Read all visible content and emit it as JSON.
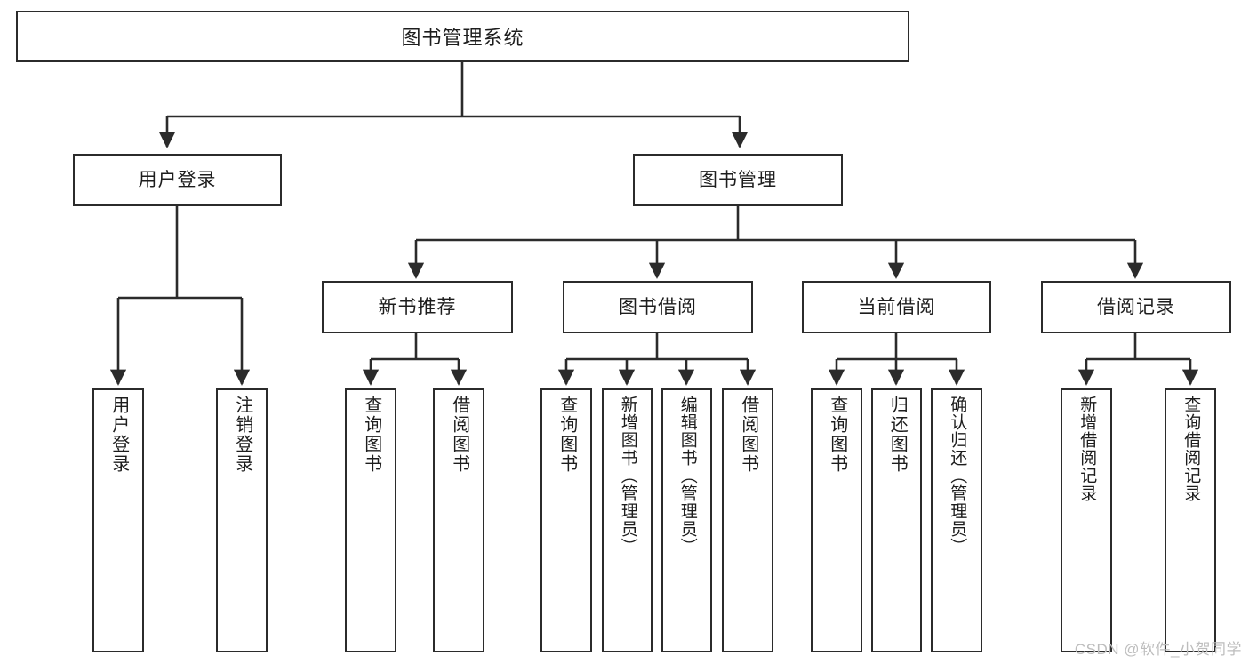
{
  "diagram": {
    "title": "图书管理系统",
    "type": "tree-hierarchy-diagram",
    "root": {
      "id": "root",
      "label": "图书管理系统"
    },
    "level2": [
      {
        "id": "user-login",
        "label": "用户登录"
      },
      {
        "id": "book-manage",
        "label": "图书管理"
      }
    ],
    "level3": [
      {
        "id": "new-book-recommend",
        "label": "新书推荐"
      },
      {
        "id": "book-borrow",
        "label": "图书借阅"
      },
      {
        "id": "current-borrow",
        "label": "当前借阅"
      },
      {
        "id": "borrow-record",
        "label": "借阅记录"
      }
    ],
    "leaves": {
      "user_login": [
        {
          "id": "leaf-user-login",
          "label": "用户登录"
        },
        {
          "id": "leaf-logout-login",
          "label": "注销登录"
        }
      ],
      "new_book_recommend": [
        {
          "id": "leaf-query-book-1",
          "label": "查询图书"
        },
        {
          "id": "leaf-borrow-book-1",
          "label": "借阅图书"
        }
      ],
      "book_borrow": [
        {
          "id": "leaf-query-book-2",
          "label": "查询图书"
        },
        {
          "id": "leaf-add-book",
          "label": "新增图书（管理员）"
        },
        {
          "id": "leaf-edit-book",
          "label": "编辑图书（管理员）"
        },
        {
          "id": "leaf-borrow-book-2",
          "label": "借阅图书"
        }
      ],
      "current_borrow": [
        {
          "id": "leaf-query-book-3",
          "label": "查询图书"
        },
        {
          "id": "leaf-return-book",
          "label": "归还图书"
        },
        {
          "id": "leaf-confirm-return",
          "label": "确认归还（管理员）"
        }
      ],
      "borrow_record": [
        {
          "id": "leaf-add-record",
          "label": "新增借阅记录"
        },
        {
          "id": "leaf-query-record",
          "label": "查询借阅记录"
        }
      ]
    }
  },
  "watermark": {
    "text": "CSDN @软件_小贺同学"
  },
  "colors": {
    "border": "#2b2b2b",
    "text": "#1d1d1d",
    "background": "#ffffff",
    "watermark": "#bdbdbd",
    "connector": "#2b2b2b"
  }
}
